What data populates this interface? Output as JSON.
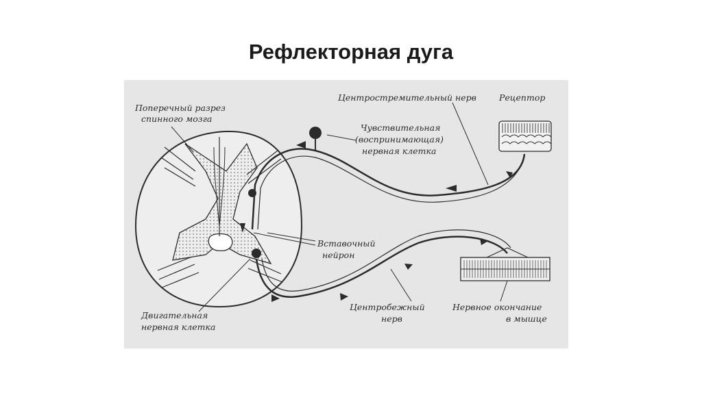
{
  "slide": {
    "title": "Рефлекторная дуга"
  },
  "labels": {
    "cross_section_1": "Поперечный разрез",
    "cross_section_2": "спинного мозга",
    "afferent_nerve": "Центростремительный нерв",
    "receptor": "Рецептор",
    "sensory_cell_1": "Чувствительная",
    "sensory_cell_2": "(воспринимающая)",
    "sensory_cell_3": "нервная клетка",
    "interneuron_1": "Вставочный",
    "interneuron_2": "нейрон",
    "motor_cell_1": "Двигательная",
    "motor_cell_2": "нервная клетка",
    "efferent_nerve_1": "Центробежный",
    "efferent_nerve_2": "нерв",
    "nerve_ending_1": "Нервное окончание",
    "nerve_ending_2": "в мышце"
  },
  "colors": {
    "panel": "#e6e6e6",
    "ink": "#2b2b2b",
    "title": "#1a1a1a"
  }
}
